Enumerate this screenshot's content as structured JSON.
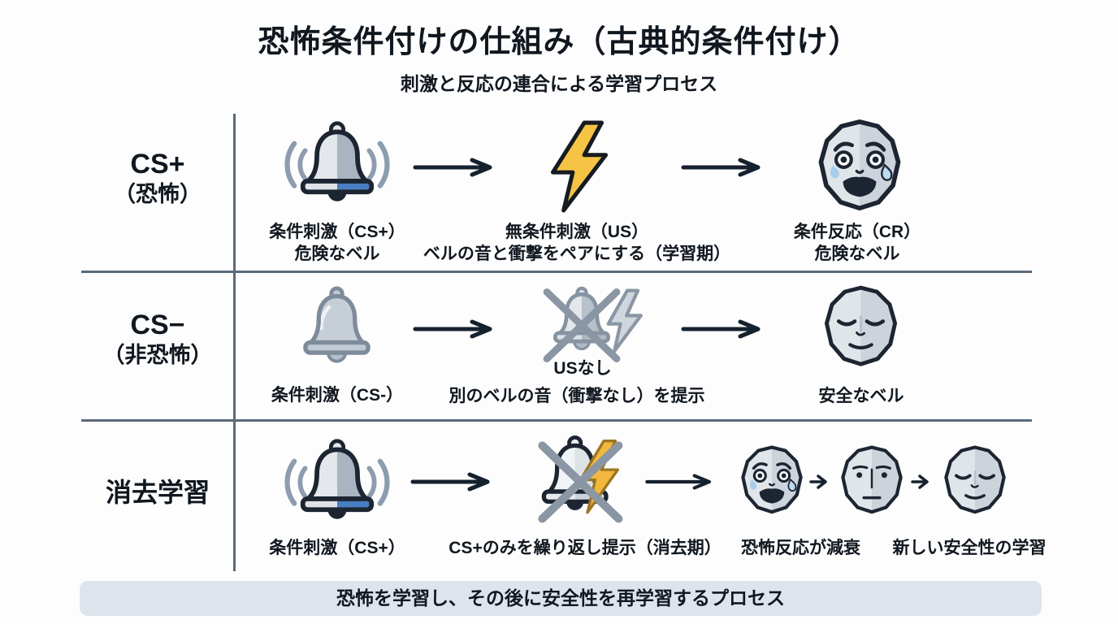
{
  "title": "恐怖条件付けの仕組み（古典的条件付け）",
  "subtitle": "刺激と反応の連合による学習プロセス",
  "rows": [
    {
      "label": "CS+",
      "label_sub": "（恐怖）",
      "cells": [
        {
          "icon": "ringing-bell",
          "caption1": "条件刺激（CS+）",
          "caption2": "危険なベル"
        },
        {
          "icon": "lightning-bolt",
          "caption1": "無条件刺激（US）",
          "caption2": "ベルの音と衝撃をペアにする（学習期）"
        },
        {
          "icon": "fearful-face",
          "caption1": "条件反応（CR）",
          "caption2": "危険なベル"
        }
      ]
    },
    {
      "label": "CS−",
      "label_sub": "（非恐怖）",
      "cells": [
        {
          "icon": "plain-bell",
          "caption1": "条件刺激（CS-）"
        },
        {
          "icon": "crossed-bell-no-shock",
          "overlay_label": "USなし",
          "caption1": "別のベルの音（衝撃なし）を提示"
        },
        {
          "icon": "calm-face",
          "caption1": "安全なベル"
        }
      ]
    },
    {
      "label": "消去学習",
      "cells": [
        {
          "icon": "ringing-bell",
          "caption1": "条件刺激（CS+）"
        },
        {
          "icon": "crossed-bell-with-bolt",
          "caption1": "CS+のみを繰り返し提示（消去期）"
        },
        {
          "icon": "face-sequence-fear-neutral-calm",
          "caption1": "恐怖反応が減衰",
          "caption2": "新しい安全性の学習"
        }
      ]
    }
  ],
  "footer": "恐怖を学習し、その後に安全性を再学習するプロセス",
  "colors": {
    "text": "#10171f",
    "divider": "#5a6a7b",
    "arrow": "#16212e",
    "bell_blue_band": "#4a7ec2",
    "lightning_yellow": "#f6c445",
    "gray_cross": "#8b96a4",
    "tear_blue": "#a9cdec",
    "footer_bg": "#dee4ec"
  }
}
